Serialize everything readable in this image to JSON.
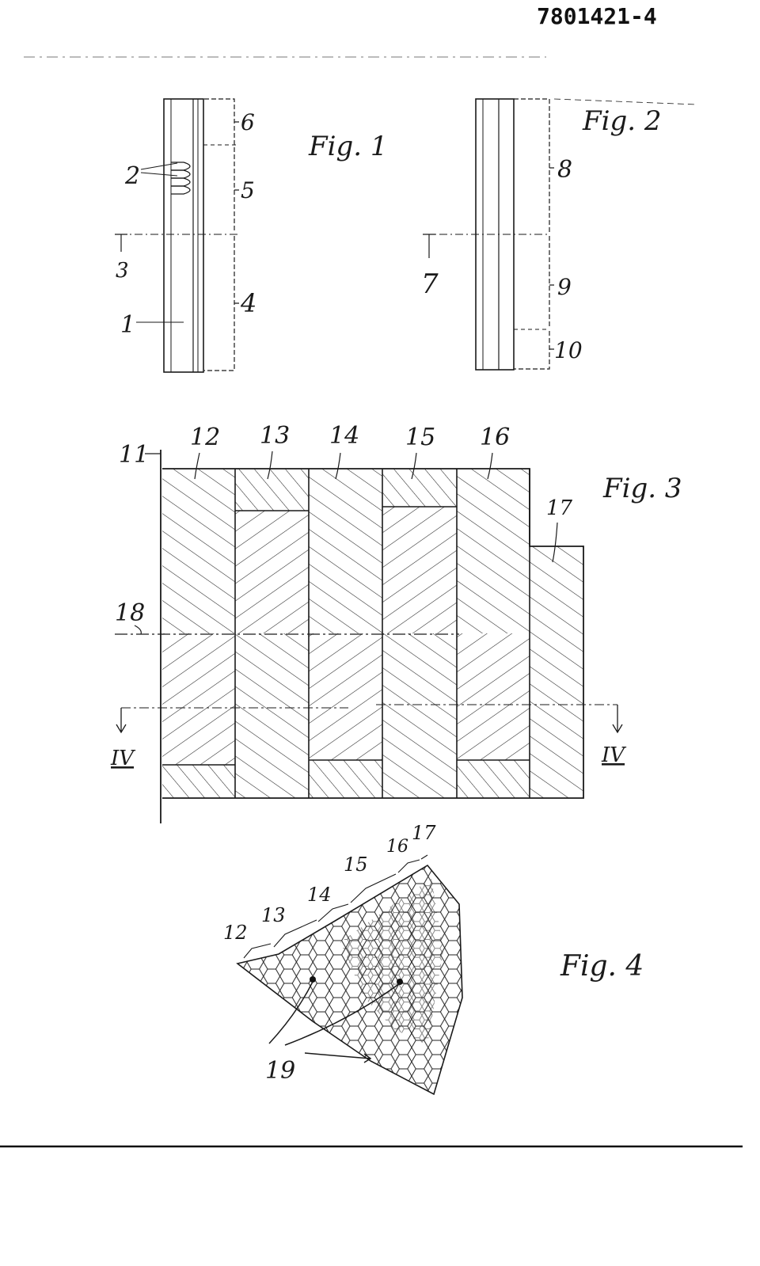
{
  "header": {
    "patent_number": "7801421-4"
  },
  "fig1": {
    "title": "Fig. 1",
    "labels": {
      "layer": "1",
      "windings": "2",
      "section_line": "3",
      "zone_a": "4",
      "zone_b": "5",
      "zone_c": "6"
    }
  },
  "fig2": {
    "title": "Fig. 2",
    "labels": {
      "section_line": "7",
      "zone_a": "8",
      "zone_b": "9",
      "zone_c": "10"
    }
  },
  "fig3": {
    "title": "Fig. 3",
    "labels": {
      "edge": "11",
      "b12": "12",
      "b13": "13",
      "b14": "14",
      "b15": "15",
      "b16": "16",
      "b17": "17",
      "center_line": "18",
      "section_left": "IV",
      "section_right": "IV"
    }
  },
  "fig4": {
    "title": "Fig. 4",
    "labels": {
      "b12": "12",
      "b13": "13",
      "b14": "14",
      "b15": "15",
      "b16": "16",
      "b17": "17",
      "cores": "19"
    }
  }
}
